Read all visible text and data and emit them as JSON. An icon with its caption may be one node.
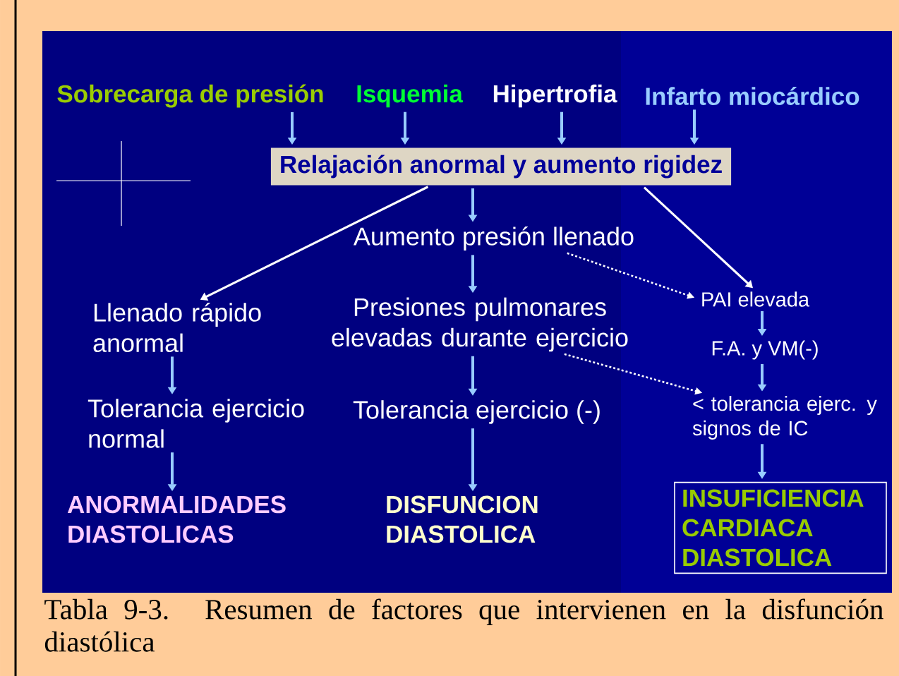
{
  "diagram": {
    "caption": "Tabla 9-3. Resumen de factores que intervienen en la disfunción diastólica",
    "nodes": [
      {
        "text": [
          "Sobrecarga de presión"
        ]
      },
      {
        "text": [
          "Isquemia"
        ]
      },
      {
        "text": [
          "Hipertrofia"
        ]
      },
      {
        "text": [
          "Infarto miocárdico"
        ]
      },
      {
        "text": [
          "Relajación anormal y aumento rigidez"
        ]
      },
      {
        "text": [
          "Aumento presión llenado"
        ]
      },
      {
        "text": [
          "Llenado rápido anormal"
        ]
      },
      {
        "text": [
          "Presiones pulmonares elevadas durante ejercicio"
        ]
      },
      {
        "text": [
          "PAI elevada"
        ]
      },
      {
        "text": [
          "F.A. y VM(-)"
        ]
      },
      {
        "text": [
          "< tolerancia ejerc. y signos de IC"
        ]
      },
      {
        "text": [
          "Tolerancia ejercicio normal"
        ]
      },
      {
        "text": [
          "Tolerancia ejercicio (-)"
        ]
      },
      {
        "text": [
          "ANORMALIDADES DIASTOLICAS"
        ]
      },
      {
        "text": [
          "DISFUNCION DIASTOLICA"
        ]
      },
      {
        "text": [
          "INSUFICIENCIA CARDIACA DIASTOLICA"
        ]
      }
    ],
    "edges": [
      {
        "from": 0,
        "to": 4,
        "arrow": "to"
      },
      {
        "from": 1,
        "to": 4,
        "arrow": "to"
      },
      {
        "from": 2,
        "to": 4,
        "arrow": "to"
      },
      {
        "from": 3,
        "to": 4,
        "arrow": "to"
      },
      {
        "from": 4,
        "to": 5,
        "arrow": "to"
      },
      {
        "from": 4,
        "to": 6,
        "arrow": "to",
        "color": "#ffffff"
      },
      {
        "from": 4,
        "to": 8,
        "arrow": "to",
        "color": "#ffffff"
      },
      {
        "from": 5,
        "to": 7,
        "arrow": "to"
      },
      {
        "from": 5,
        "to": 8,
        "arrow": "to",
        "style": "dashed",
        "color": "#ffffff"
      },
      {
        "from": 7,
        "to": 10,
        "arrow": "to",
        "style": "dashed",
        "color": "#ffffff"
      },
      {
        "from": 6,
        "to": 11,
        "arrow": "to"
      },
      {
        "from": 7,
        "to": 12,
        "arrow": "to"
      },
      {
        "from": 8,
        "to": 9,
        "arrow": "to"
      },
      {
        "from": 9,
        "to": 10,
        "arrow": "to"
      },
      {
        "from": 11,
        "to": 13,
        "arrow": "to"
      },
      {
        "from": 12,
        "to": 14,
        "arrow": "to"
      },
      {
        "from": 10,
        "to": 15,
        "arrow": "to"
      }
    ]
  }
}
